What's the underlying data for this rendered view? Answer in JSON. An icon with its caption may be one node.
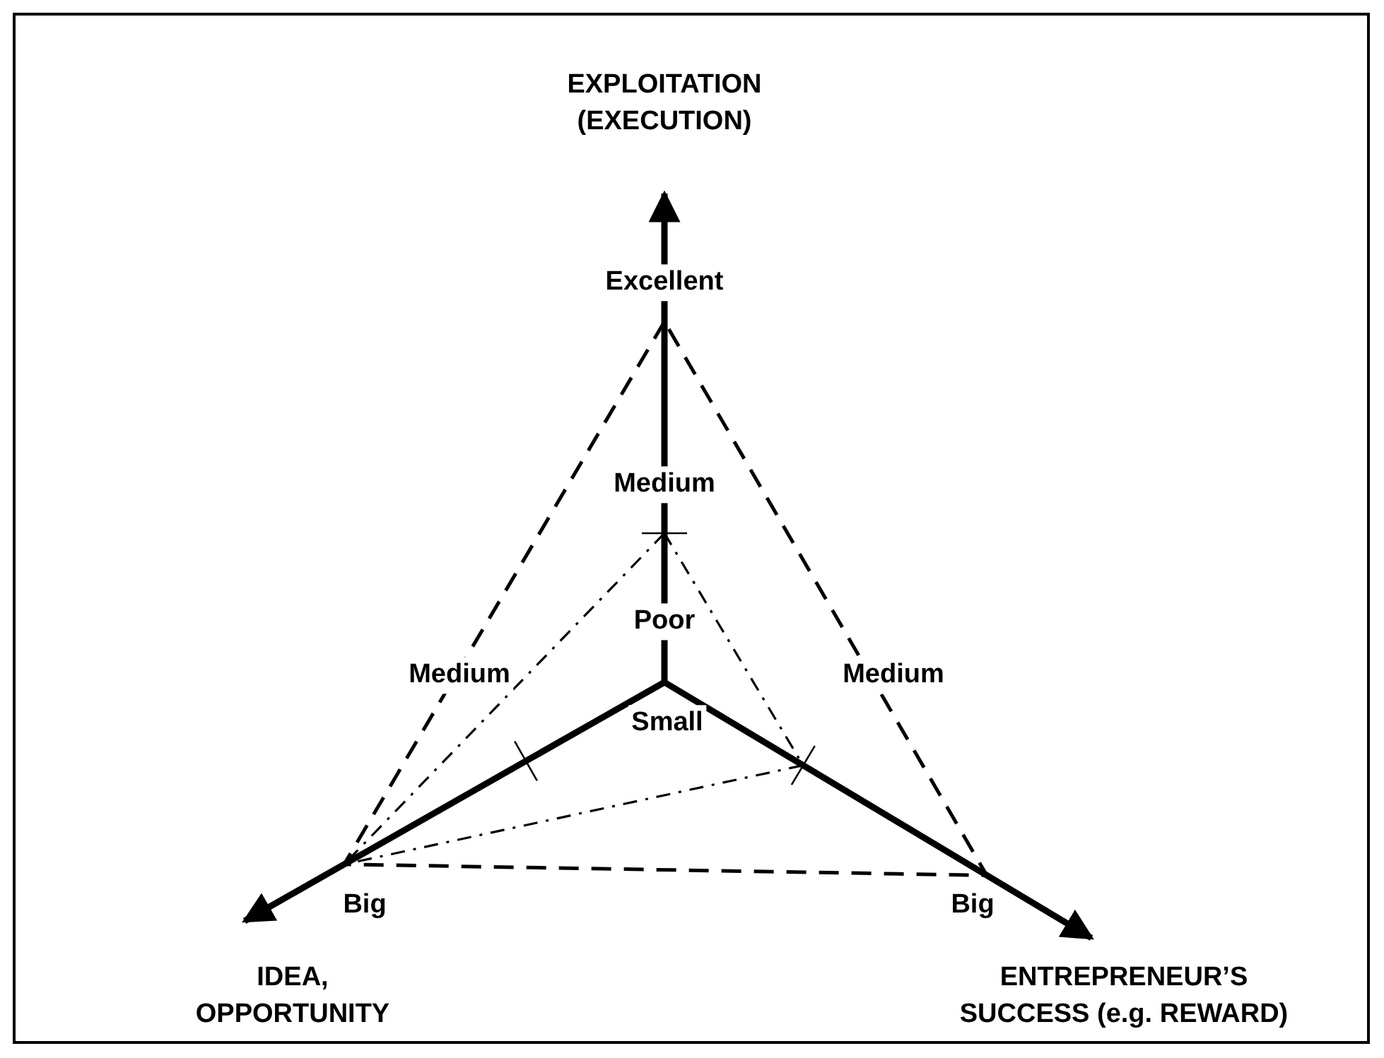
{
  "diagram": {
    "labels": [
      "EXPLOITATION (EXECUTION)",
      "Excellent",
      "Medium",
      "Poor",
      "Medium",
      "Medium",
      "Small",
      "Big",
      "Big",
      "IDEA, OPPORTUNITY",
      "ENTREPRENEUR’S SUCCESS (e.g. REWARD)"
    ]
  }
}
